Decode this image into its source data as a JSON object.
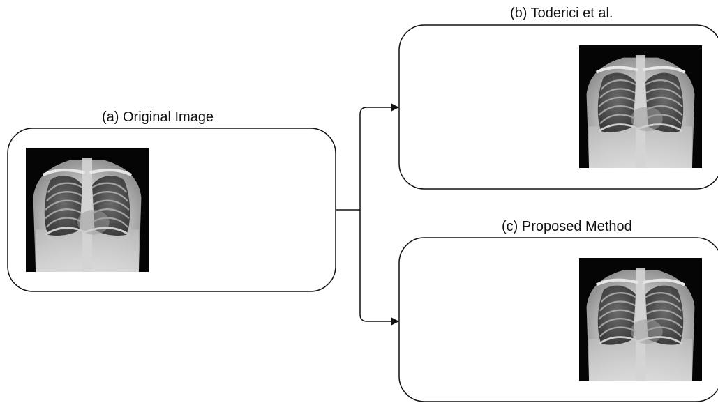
{
  "panels": {
    "original": {
      "label": "(a) Original Image"
    },
    "toderici": {
      "label": "(b) Toderici et al."
    },
    "proposed": {
      "label": "(c) Proposed Method"
    }
  },
  "images": {
    "content": "chest x-ray",
    "tile_grid": [
      4,
      4
    ]
  },
  "colors": {
    "border": "#111111",
    "xray_background": "#050505",
    "tile_gap": "#ffffff"
  }
}
